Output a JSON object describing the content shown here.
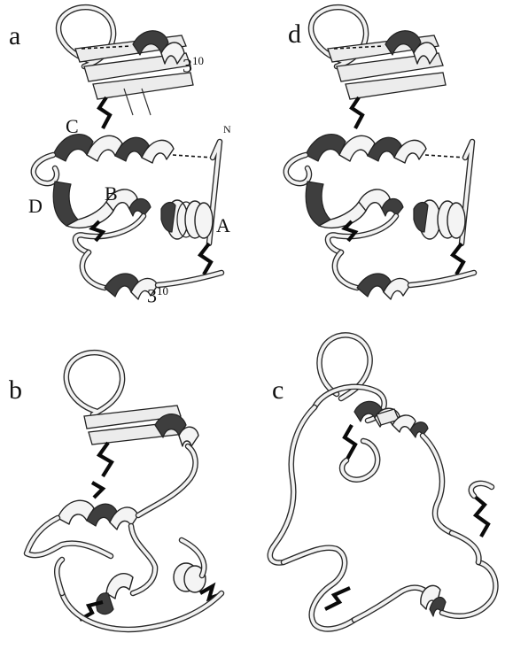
{
  "panels": {
    "a": {
      "letter": "a",
      "helix_a": "A",
      "helix_b": "B",
      "helix_c": "C",
      "helix_d": "D",
      "n_terminus": "N",
      "h310_top_base": "3",
      "h310_top_sup": "10",
      "h310_bottom_base": "3",
      "h310_bottom_sup": "10"
    },
    "b": {
      "letter": "b"
    },
    "c": {
      "letter": "c"
    },
    "d": {
      "letter": "d"
    }
  },
  "icons": {
    "ribbon": "protein-ribbon-structure",
    "disulfide": "disulfide-bond-zigzag",
    "hbond": "dashed-hydrogen-bond"
  },
  "colors": {
    "background": "#ffffff",
    "ribbon_dark": "#3e3e3e",
    "ribbon_light": "#f4f4f4",
    "outline": "#222222"
  }
}
